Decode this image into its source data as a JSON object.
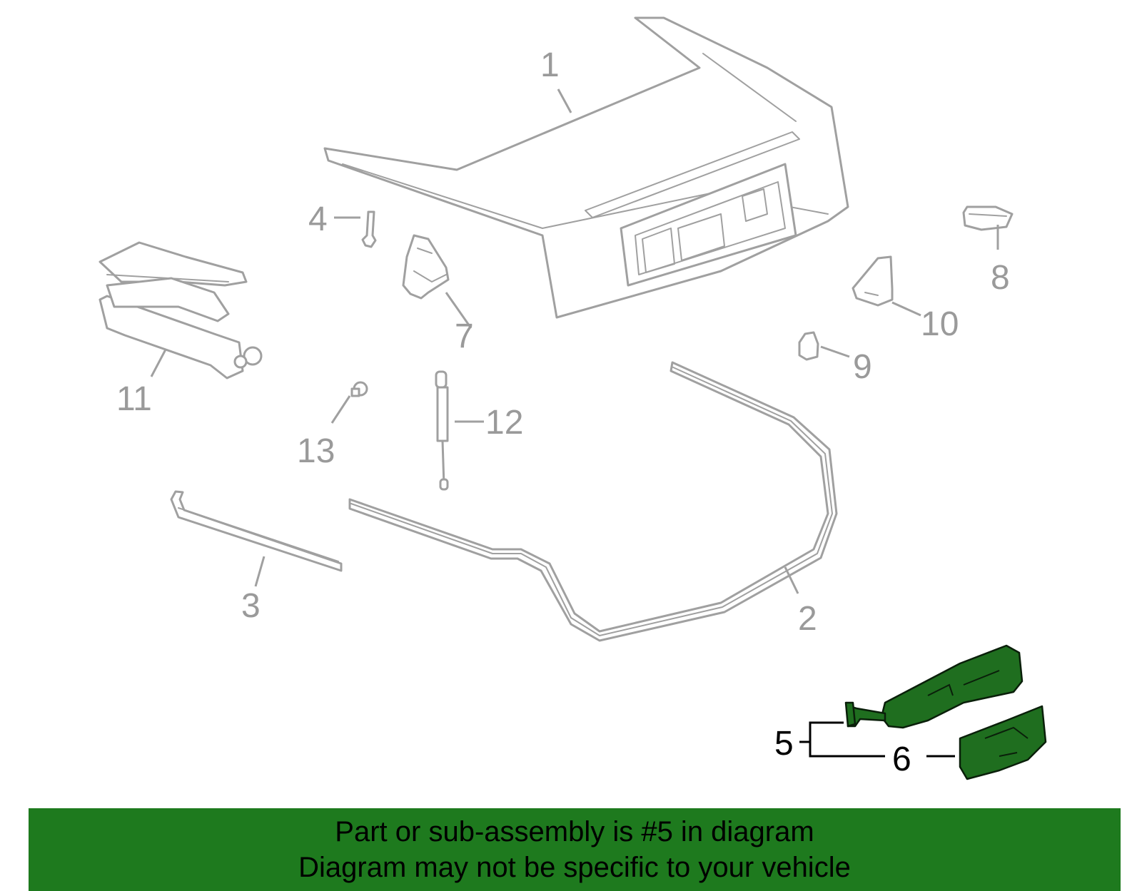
{
  "callouts": {
    "c1": "1",
    "c2": "2",
    "c3": "3",
    "c4": "4",
    "c5": "5",
    "c6": "6",
    "c7": "7",
    "c8": "8",
    "c9": "9",
    "c10": "10",
    "c11": "11",
    "c12": "12",
    "c13": "13"
  },
  "highlighted_part": "5",
  "colors": {
    "highlight": "#1f6e1f",
    "banner": "#1e7a1e",
    "part_stroke": "#a0a0a0"
  },
  "banner": {
    "line1": "Part or sub-assembly is #5 in diagram",
    "line2": "Diagram may not be specific to your vehicle"
  }
}
